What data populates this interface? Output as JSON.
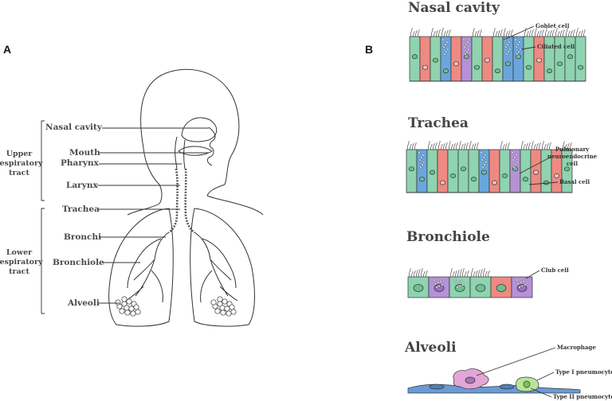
{
  "panel_a": {
    "letter": "A",
    "groups": {
      "upper": [
        "Upper",
        "respiratory",
        "tract"
      ],
      "lower": [
        "Lower",
        "respiratory",
        "tract"
      ]
    },
    "labels": {
      "nasal_cavity": "Nasal cavity",
      "mouth": "Mouth",
      "pharynx": "Pharynx",
      "larynx": "Larynx",
      "trachea": "Trachea",
      "bronchi": "Bronchi",
      "bronchiole": "Bronchiole",
      "alveoli": "Alveoli"
    }
  },
  "panel_b": {
    "letter": "B",
    "sections": {
      "nasal": {
        "title": "Nasal cavity",
        "labels": {
          "goblet": "Goblet cell",
          "ciliated": "Ciliated cell"
        }
      },
      "trachea": {
        "title": "Trachea",
        "labels": {
          "pne": [
            "Pulmonary",
            "neuroendocrine",
            "cell"
          ],
          "basal": "Basal cell"
        }
      },
      "bronchiole": {
        "title": "Bronchiole",
        "labels": {
          "club": "Club cell"
        }
      },
      "alveoli": {
        "title": "Alveoli",
        "labels": {
          "macrophage": "Macrophage",
          "type1": "Type I pneumocyte",
          "type2": "Type II pneumocyte"
        }
      }
    }
  },
  "colors": {
    "ciliated": "#8fd3b0",
    "goblet": "#6aa6dd",
    "purple": "#b691d6",
    "red": "#ee8a82",
    "basal": "#f0a39a",
    "macrophage": "#e3a6d6",
    "type2": "#b8e39a",
    "type1": "#6a9bd6"
  }
}
